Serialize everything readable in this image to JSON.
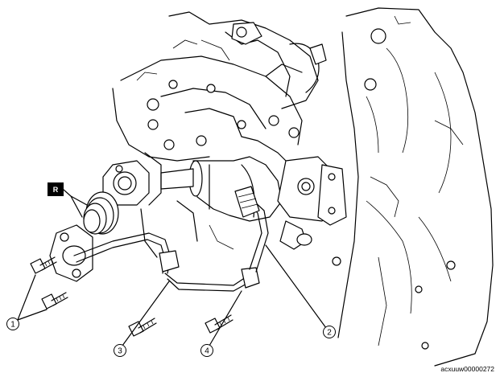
{
  "callouts": [
    {
      "id": "1",
      "label": "1"
    },
    {
      "id": "2",
      "label": "2"
    },
    {
      "id": "3",
      "label": "3"
    },
    {
      "id": "4",
      "label": "4"
    }
  ],
  "seal_marker": "R",
  "figure_code": "acxuuw00000272",
  "colors": {
    "line": "#000000",
    "background": "#ffffff"
  }
}
